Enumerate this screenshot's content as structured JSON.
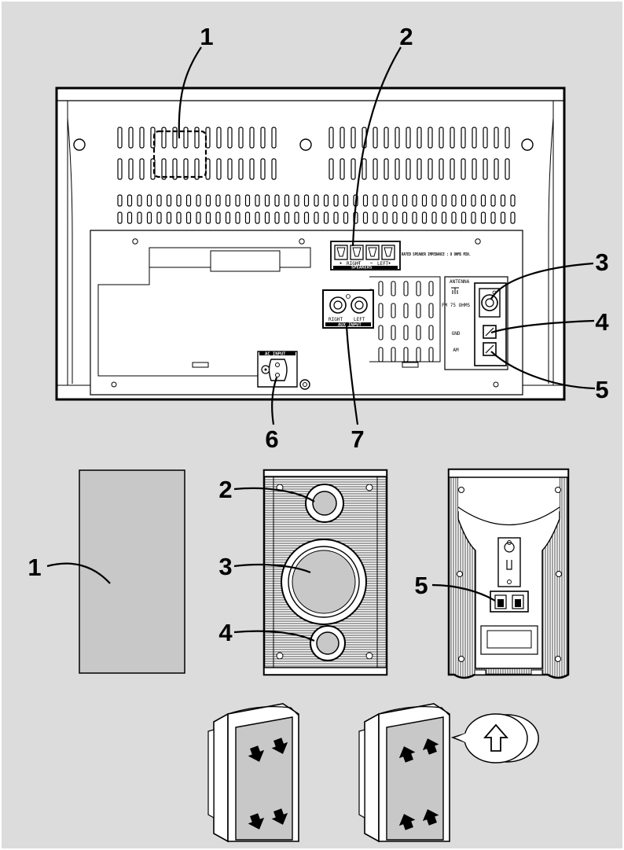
{
  "diagram": {
    "callouts_main_unit": [
      "1",
      "2",
      "3",
      "4",
      "5",
      "6",
      "7"
    ],
    "callouts_speaker_front": [
      "1",
      "2",
      "3",
      "4"
    ],
    "callouts_speaker_back": [
      "5"
    ],
    "panel_labels": {
      "speakers_terminal": "SPEAKERS",
      "right": "RIGHT",
      "left": "LEFT",
      "plus": "+",
      "minus": "−",
      "impedance": "RATED SPEAKER IMPEDANCE : 8 OHMS MIN.",
      "antenna": "ANTENNA",
      "fm": "FM 75 OHMS",
      "gnd": "GND",
      "am": "AM",
      "ac_input": "AC INPUT",
      "aux_input": "AUX INPUT",
      "aux_right": "RIGHT",
      "aux_left": "LEFT"
    },
    "colors": {
      "background": "#dcdcdc",
      "line": "#000000",
      "fill": "#ffffff",
      "panel_gray": "#c8c8c8"
    },
    "icons": [
      "up-arrow-icon",
      "mounting-arrow-icon",
      "screw-icon"
    ]
  }
}
